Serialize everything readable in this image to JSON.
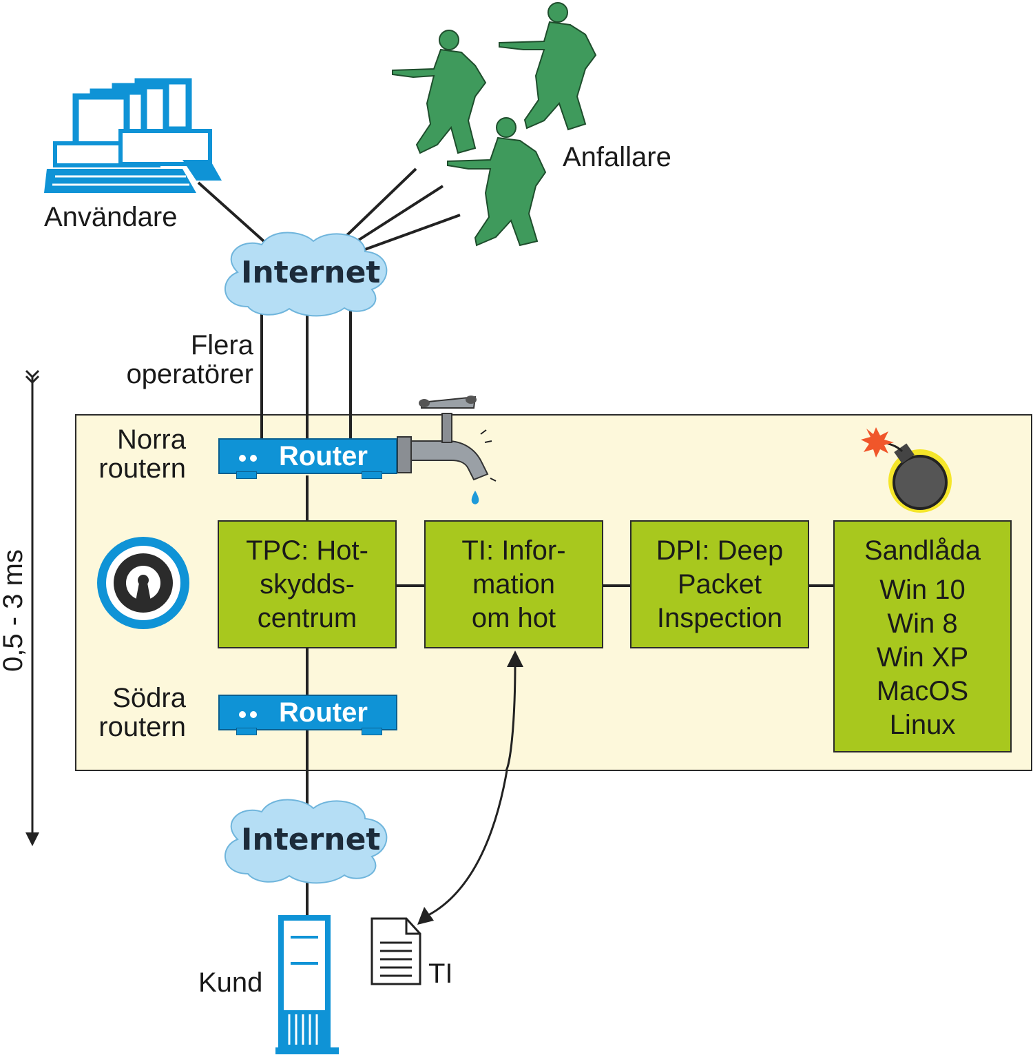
{
  "labels": {
    "users": "Användare",
    "attackers": "Anfallare",
    "operators": [
      "Flera",
      "operatörer"
    ],
    "north_router": [
      "Norra",
      "routern"
    ],
    "south_router": [
      "Södra",
      "routern"
    ],
    "latency": "0,5 - 3 ms",
    "customer": "Kund",
    "ti_doc": "TI"
  },
  "clouds": {
    "top": "Internet",
    "bottom": "Internet"
  },
  "routers": {
    "north": "Router",
    "south": "Router"
  },
  "boxes": {
    "tpc": [
      "TPC: Hot-",
      "skydds-",
      "centrum"
    ],
    "ti": [
      "TI: Infor-",
      "mation",
      "om hot"
    ],
    "dpi": [
      "DPI: Deep",
      "Packet",
      "Inspection"
    ],
    "sandbox": {
      "title": "Sandlåda",
      "os": [
        "Win 10",
        "Win 8",
        "Win XP",
        "MacOS",
        "Linux"
      ]
    }
  },
  "icons": [
    "computers-icon",
    "soldiers-icon",
    "cloud-icon",
    "router-icon",
    "faucet-icon",
    "bomb-icon",
    "lock-icon",
    "server-icon",
    "document-icon",
    "arrow-icon"
  ],
  "colors": {
    "panel": "#fdf8db",
    "box": "#a8c81e",
    "router": "#0f93d6",
    "cloud": "#b5def5",
    "soldier": "#3f9a5c"
  }
}
